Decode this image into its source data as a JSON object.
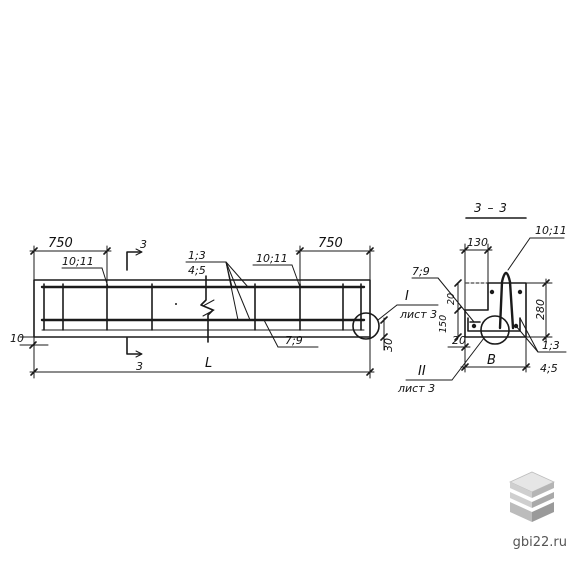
{
  "elevation": {
    "dim_left": "750",
    "dim_right": "750",
    "mark_top_left": "10;11",
    "mark_top_right": "10;11",
    "mark_center_1": "1;3",
    "mark_center_2": "4;5",
    "mark_bottom": "7;9",
    "dim_bottom_offset": "10",
    "dim_right_vertical": "30",
    "length_label": "L",
    "section_mark_top": "3",
    "section_mark_bottom": "3",
    "callout_I": "I",
    "callout_I_sheet": "лист 3"
  },
  "section": {
    "title": "3 – 3",
    "dim_top": "130",
    "mark_top": "10;11",
    "mark_left": "7;9",
    "dim_20_top": "20",
    "dim_150": "150",
    "dim_20_bottom": "20",
    "dim_height": "280",
    "width_label": "B",
    "mark_bottom_right_1": "1;3",
    "mark_bottom_right_2": "4;5",
    "callout_II": "II",
    "callout_II_sheet": "лист 3"
  },
  "footer": {
    "site": "gbi22.ru"
  },
  "colors": {
    "ink": "#1a1a1a",
    "logo_top": "#e6e6e6",
    "logo_mid": "#cfcfcf",
    "logo_bottom": "#9a9a9a"
  }
}
